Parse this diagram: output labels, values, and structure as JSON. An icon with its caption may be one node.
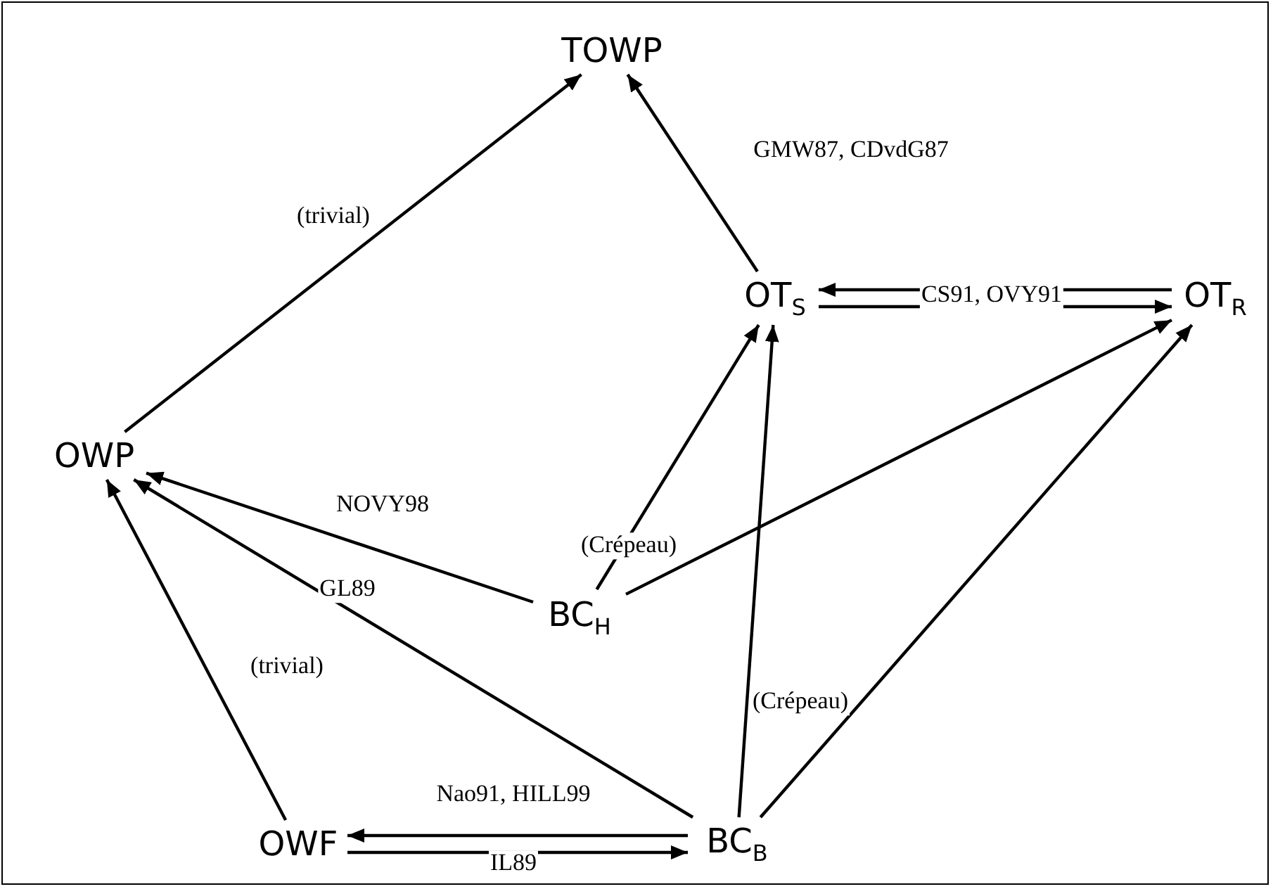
{
  "diagram": {
    "nodes": [
      {
        "text": [
          "TOWP"
        ]
      },
      {
        "text": [
          "OT$_{S}$"
        ]
      },
      {
        "text": [
          "OT$_{R}$"
        ]
      },
      {
        "text": [
          "OWP"
        ]
      },
      {
        "text": [
          "BC$_{H}$"
        ]
      },
      {
        "text": [
          "OWF"
        ]
      },
      {
        "text": [
          "BC$_{B}$"
        ]
      }
    ],
    "edges": [
      {
        "from": 3,
        "to": 0,
        "arrow": "to",
        "label": "(trivial)"
      },
      {
        "from": 1,
        "to": 0,
        "arrow": "to",
        "label": "GMW87, CDvdG87"
      },
      {
        "from": 2,
        "to": 1,
        "arrow": "to",
        "label": "CS91, OVY91"
      },
      {
        "from": 1,
        "to": 2,
        "arrow": "to"
      },
      {
        "from": 4,
        "to": 3,
        "arrow": "to",
        "label": "NOVY98"
      },
      {
        "from": 4,
        "to": 1,
        "arrow": "to",
        "label": "(Crépeau)"
      },
      {
        "from": 4,
        "to": 2,
        "arrow": "to"
      },
      {
        "from": 6,
        "to": 3,
        "arrow": "to",
        "label": "GL89"
      },
      {
        "from": 6,
        "to": 1,
        "arrow": "to",
        "label": "(Crépeau)"
      },
      {
        "from": 6,
        "to": 2,
        "arrow": "to"
      },
      {
        "from": 5,
        "to": 3,
        "arrow": "to",
        "label": "(trivial)"
      },
      {
        "from": 6,
        "to": 5,
        "arrow": "to",
        "label": "Nao91, HILL99"
      },
      {
        "from": 5,
        "to": 6,
        "arrow": "to",
        "label": "IL89"
      }
    ]
  }
}
